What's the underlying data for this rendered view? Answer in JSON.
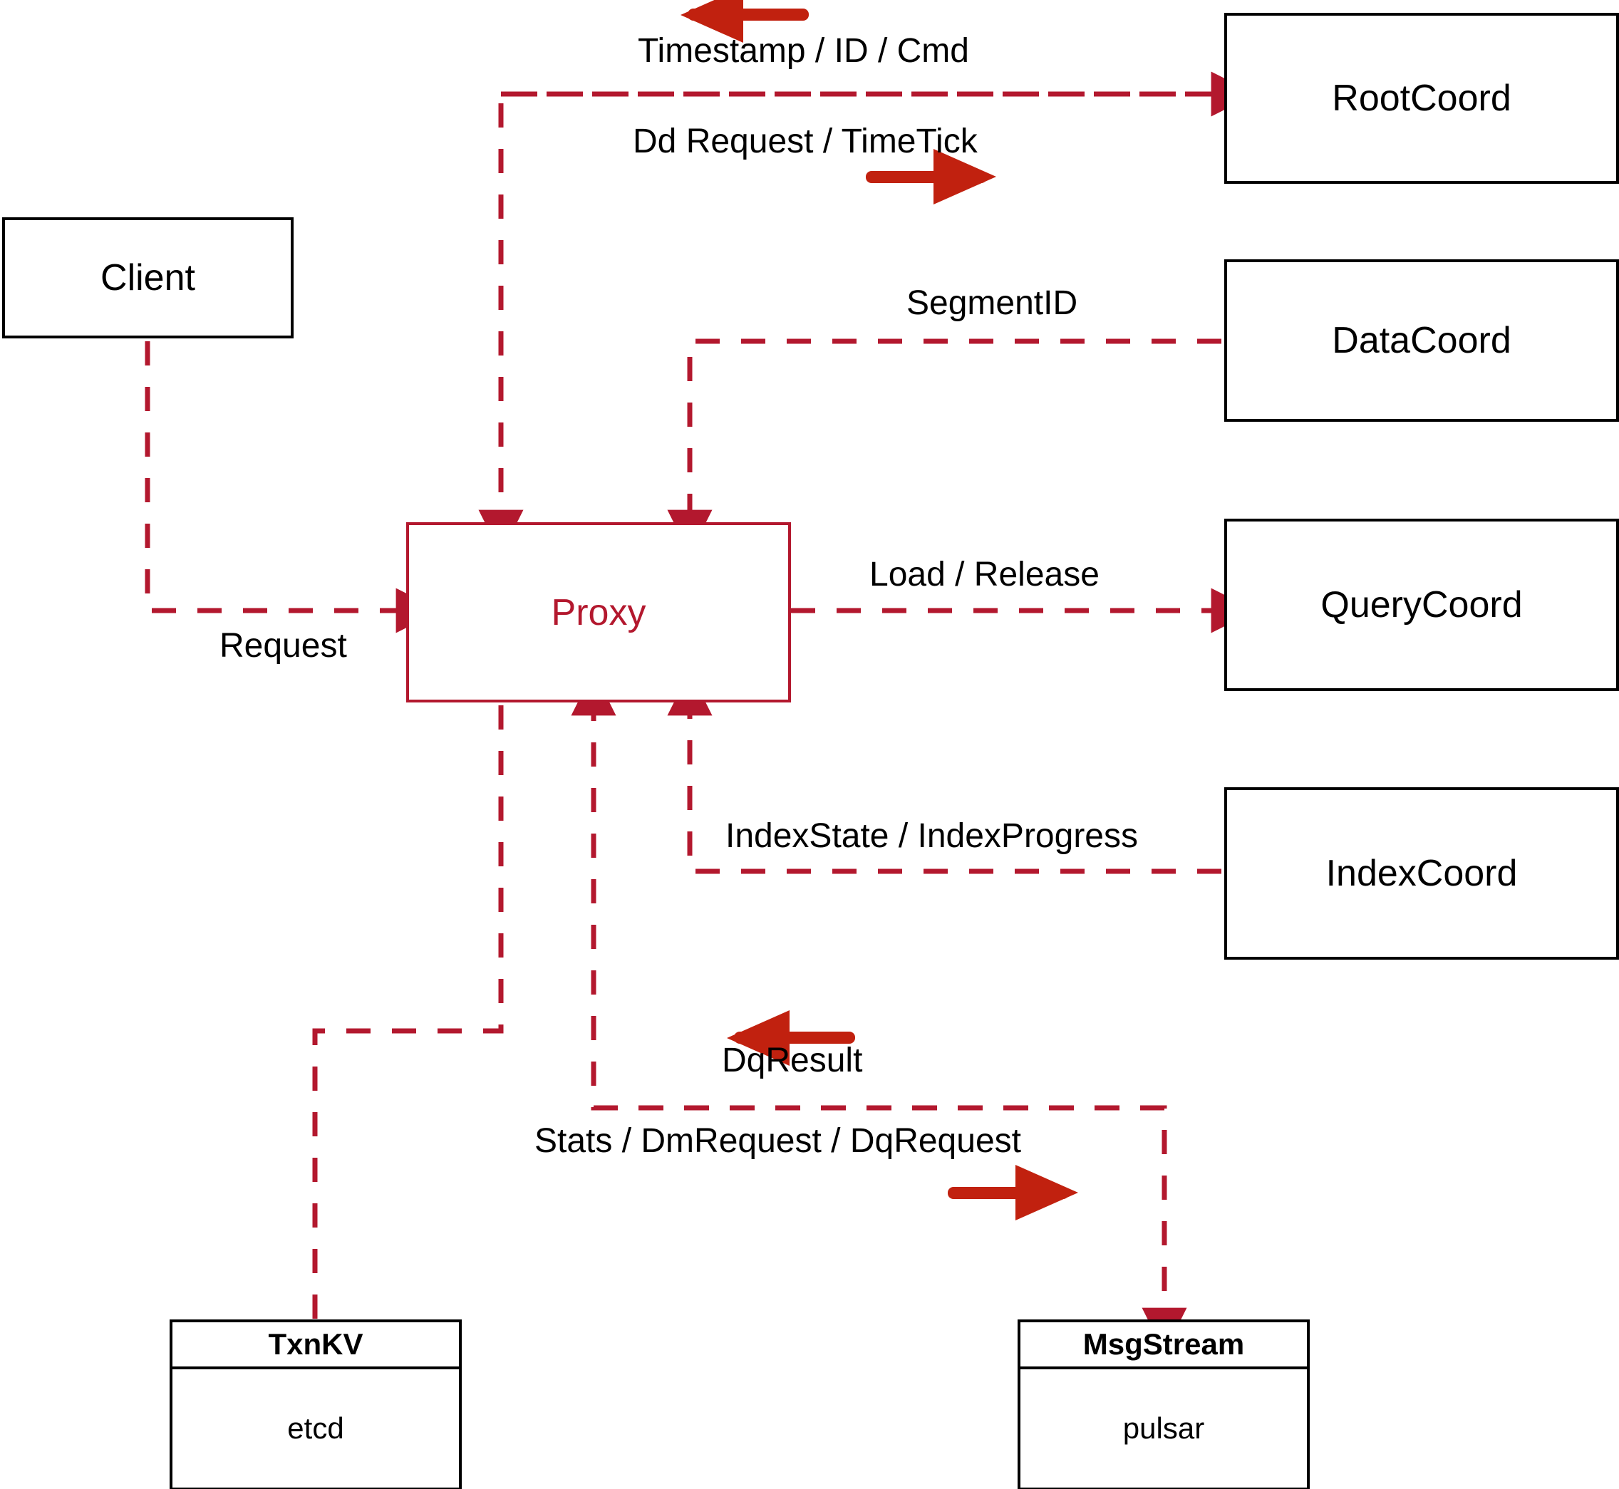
{
  "diagram": {
    "title": "Milvus Proxy interaction diagram",
    "colors": {
      "dashed_line": "#b3182e",
      "proxy_stroke": "#b3182e",
      "node_stroke": "#000000",
      "direction_arrow": "#c1210f",
      "background": "#ffffff"
    }
  },
  "nodes": {
    "client": {
      "label": "Client"
    },
    "proxy": {
      "label": "Proxy"
    },
    "root_coord": {
      "label": "RootCoord"
    },
    "data_coord": {
      "label": "DataCoord"
    },
    "query_coord": {
      "label": "QueryCoord"
    },
    "index_coord": {
      "label": "IndexCoord"
    },
    "txn_kv": {
      "header": "TxnKV",
      "body": "etcd"
    },
    "msg_stream": {
      "header": "MsgStream",
      "body": "pulsar"
    }
  },
  "edges": [
    {
      "id": "timestamp-id-cmd",
      "label": "Timestamp / ID / Cmd",
      "from": "RootCoord",
      "to": "Proxy",
      "direction": "left"
    },
    {
      "id": "dd-request-timetick",
      "label": "Dd Request / TimeTick",
      "from": "Proxy",
      "to": "RootCoord",
      "direction": "right"
    },
    {
      "id": "segment-id",
      "label": "SegmentID",
      "from": "DataCoord",
      "to": "Proxy",
      "direction": "none"
    },
    {
      "id": "request",
      "label": "Request",
      "from": "Client",
      "to": "Proxy",
      "direction": "none"
    },
    {
      "id": "load-release",
      "label": "Load / Release",
      "from": "Proxy",
      "to": "QueryCoord",
      "direction": "none"
    },
    {
      "id": "index-state",
      "label": "IndexState / IndexProgress",
      "from": "IndexCoord",
      "to": "Proxy",
      "direction": "none"
    },
    {
      "id": "dq-result",
      "label": "DqResult",
      "from": "MsgStream",
      "to": "Proxy",
      "direction": "left"
    },
    {
      "id": "stats-dm-dq",
      "label": "Stats / DmRequest / DqRequest",
      "from": "Proxy",
      "to": "MsgStream",
      "direction": "right"
    }
  ]
}
